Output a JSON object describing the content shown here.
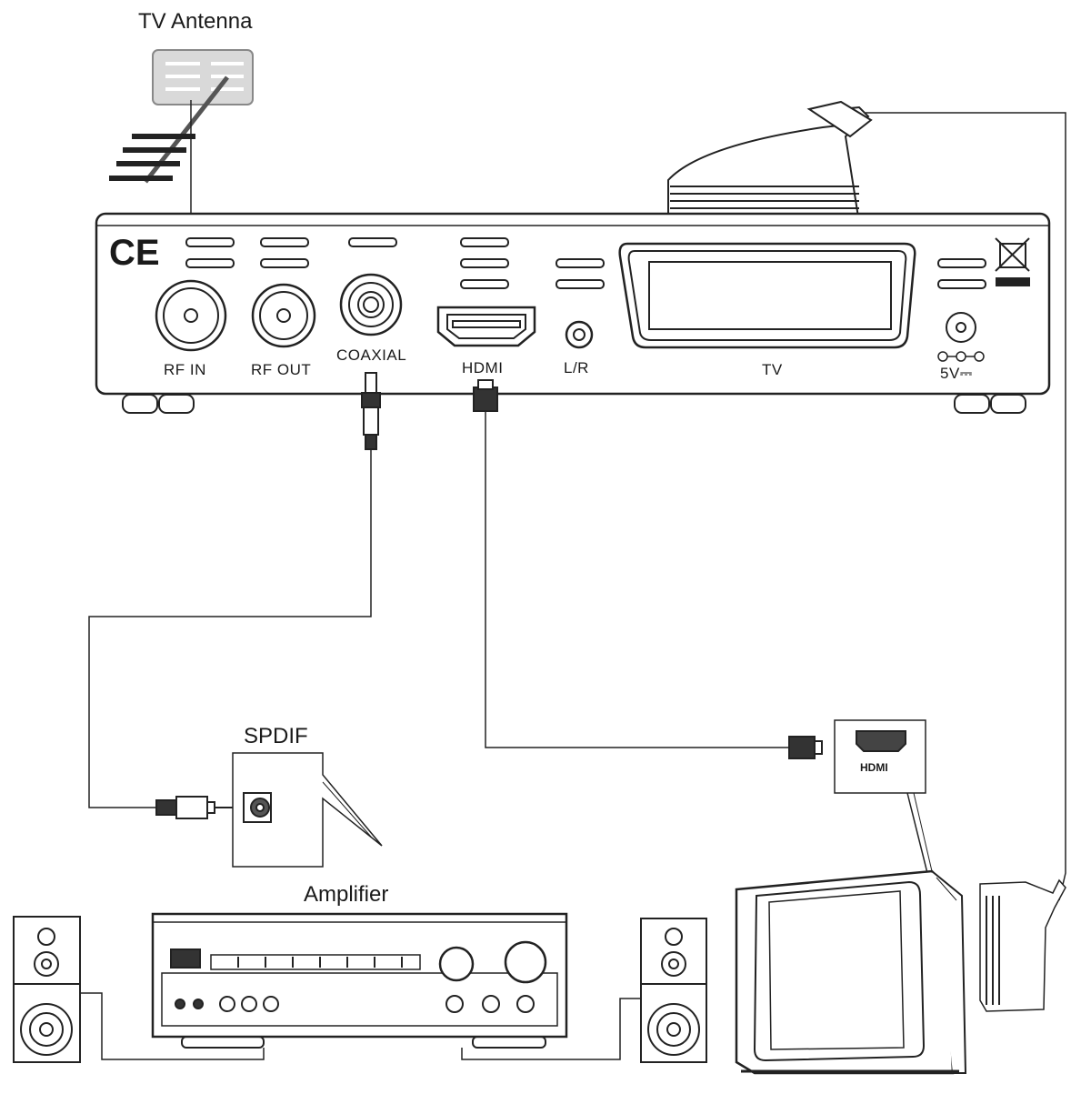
{
  "labels": {
    "antenna": "TV Antenna",
    "spdif": "SPDIF",
    "amplifier": "Amplifier"
  },
  "receiver": {
    "ports": {
      "rf_in": "RF  IN",
      "rf_out": "RF OUT",
      "coaxial": "COAXIAL",
      "hdmi": "HDMI",
      "lr": "L/R",
      "tv": "TV",
      "power": "5V⎓"
    },
    "ce_mark": "CE"
  },
  "tv_hdmi_port": "HDMI"
}
